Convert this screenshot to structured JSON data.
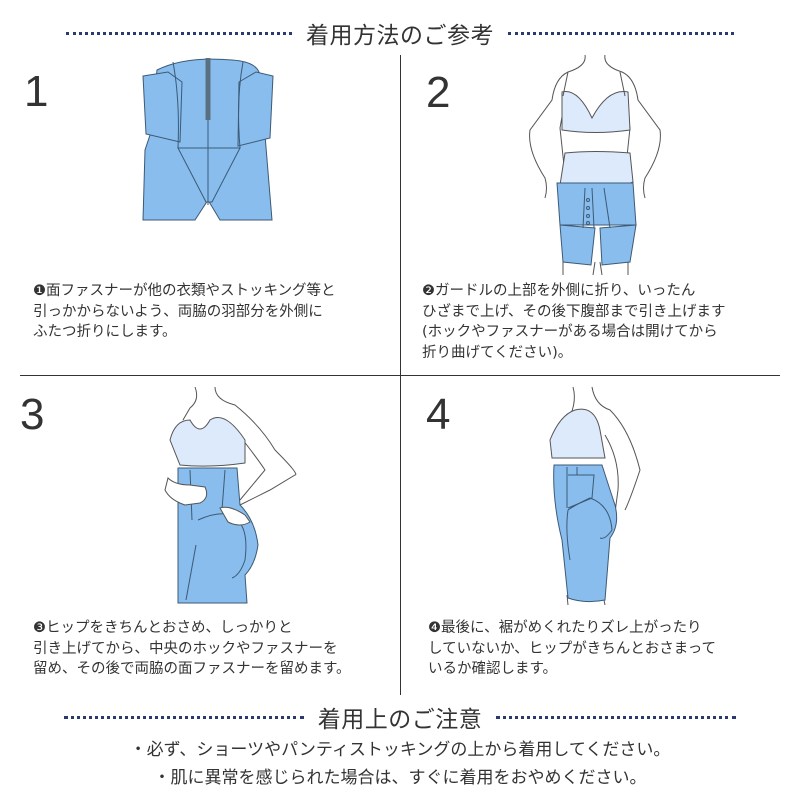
{
  "header": {
    "title": "着用方法のご参考"
  },
  "steps": [
    {
      "number": "1",
      "caption": "❶面ファスナーが他の衣類やストッキング等と\n引っかからないよう、両脇の羽部分を外側に\nふたつ折りにします。",
      "illustration": "girdle-flat-with-folded-wings"
    },
    {
      "number": "2",
      "caption": "❷ガードルの上部を外側に折り、いったん\nひざまで上げ、その後下腹部まで引き上げます\n(ホックやファスナーがある場合は開けてから\n折り曲げてください)。",
      "illustration": "woman-front-girdle-folded"
    },
    {
      "number": "3",
      "caption": "❸ヒップをきちんとおさめ、しっかりと\n引き上げてから、中央のホックやファスナーを\n留め、その後で両脇の面ファスナーを留めます。",
      "illustration": "woman-side-fastening"
    },
    {
      "number": "4",
      "caption": "❹最後に、裾がめくれたりズレ上がったり\nしていないか、ヒップがきちんとおさまって\nいるか確認します。",
      "illustration": "woman-side-check"
    }
  ],
  "cautions": {
    "title": "着用上のご注意",
    "items": [
      "・必ず、ショーツやパンティストッキングの上から着用してください。",
      "・肌に異常を感じられた場合は、すぐに着用をおやめください。"
    ]
  },
  "colors": {
    "garment_fill": "#88bdee",
    "garment_stroke": "#3d5a75",
    "underwear_fill": "#ddeafc",
    "skin_stroke": "#555555",
    "dots": "#2a3a6e",
    "text": "#333333"
  }
}
